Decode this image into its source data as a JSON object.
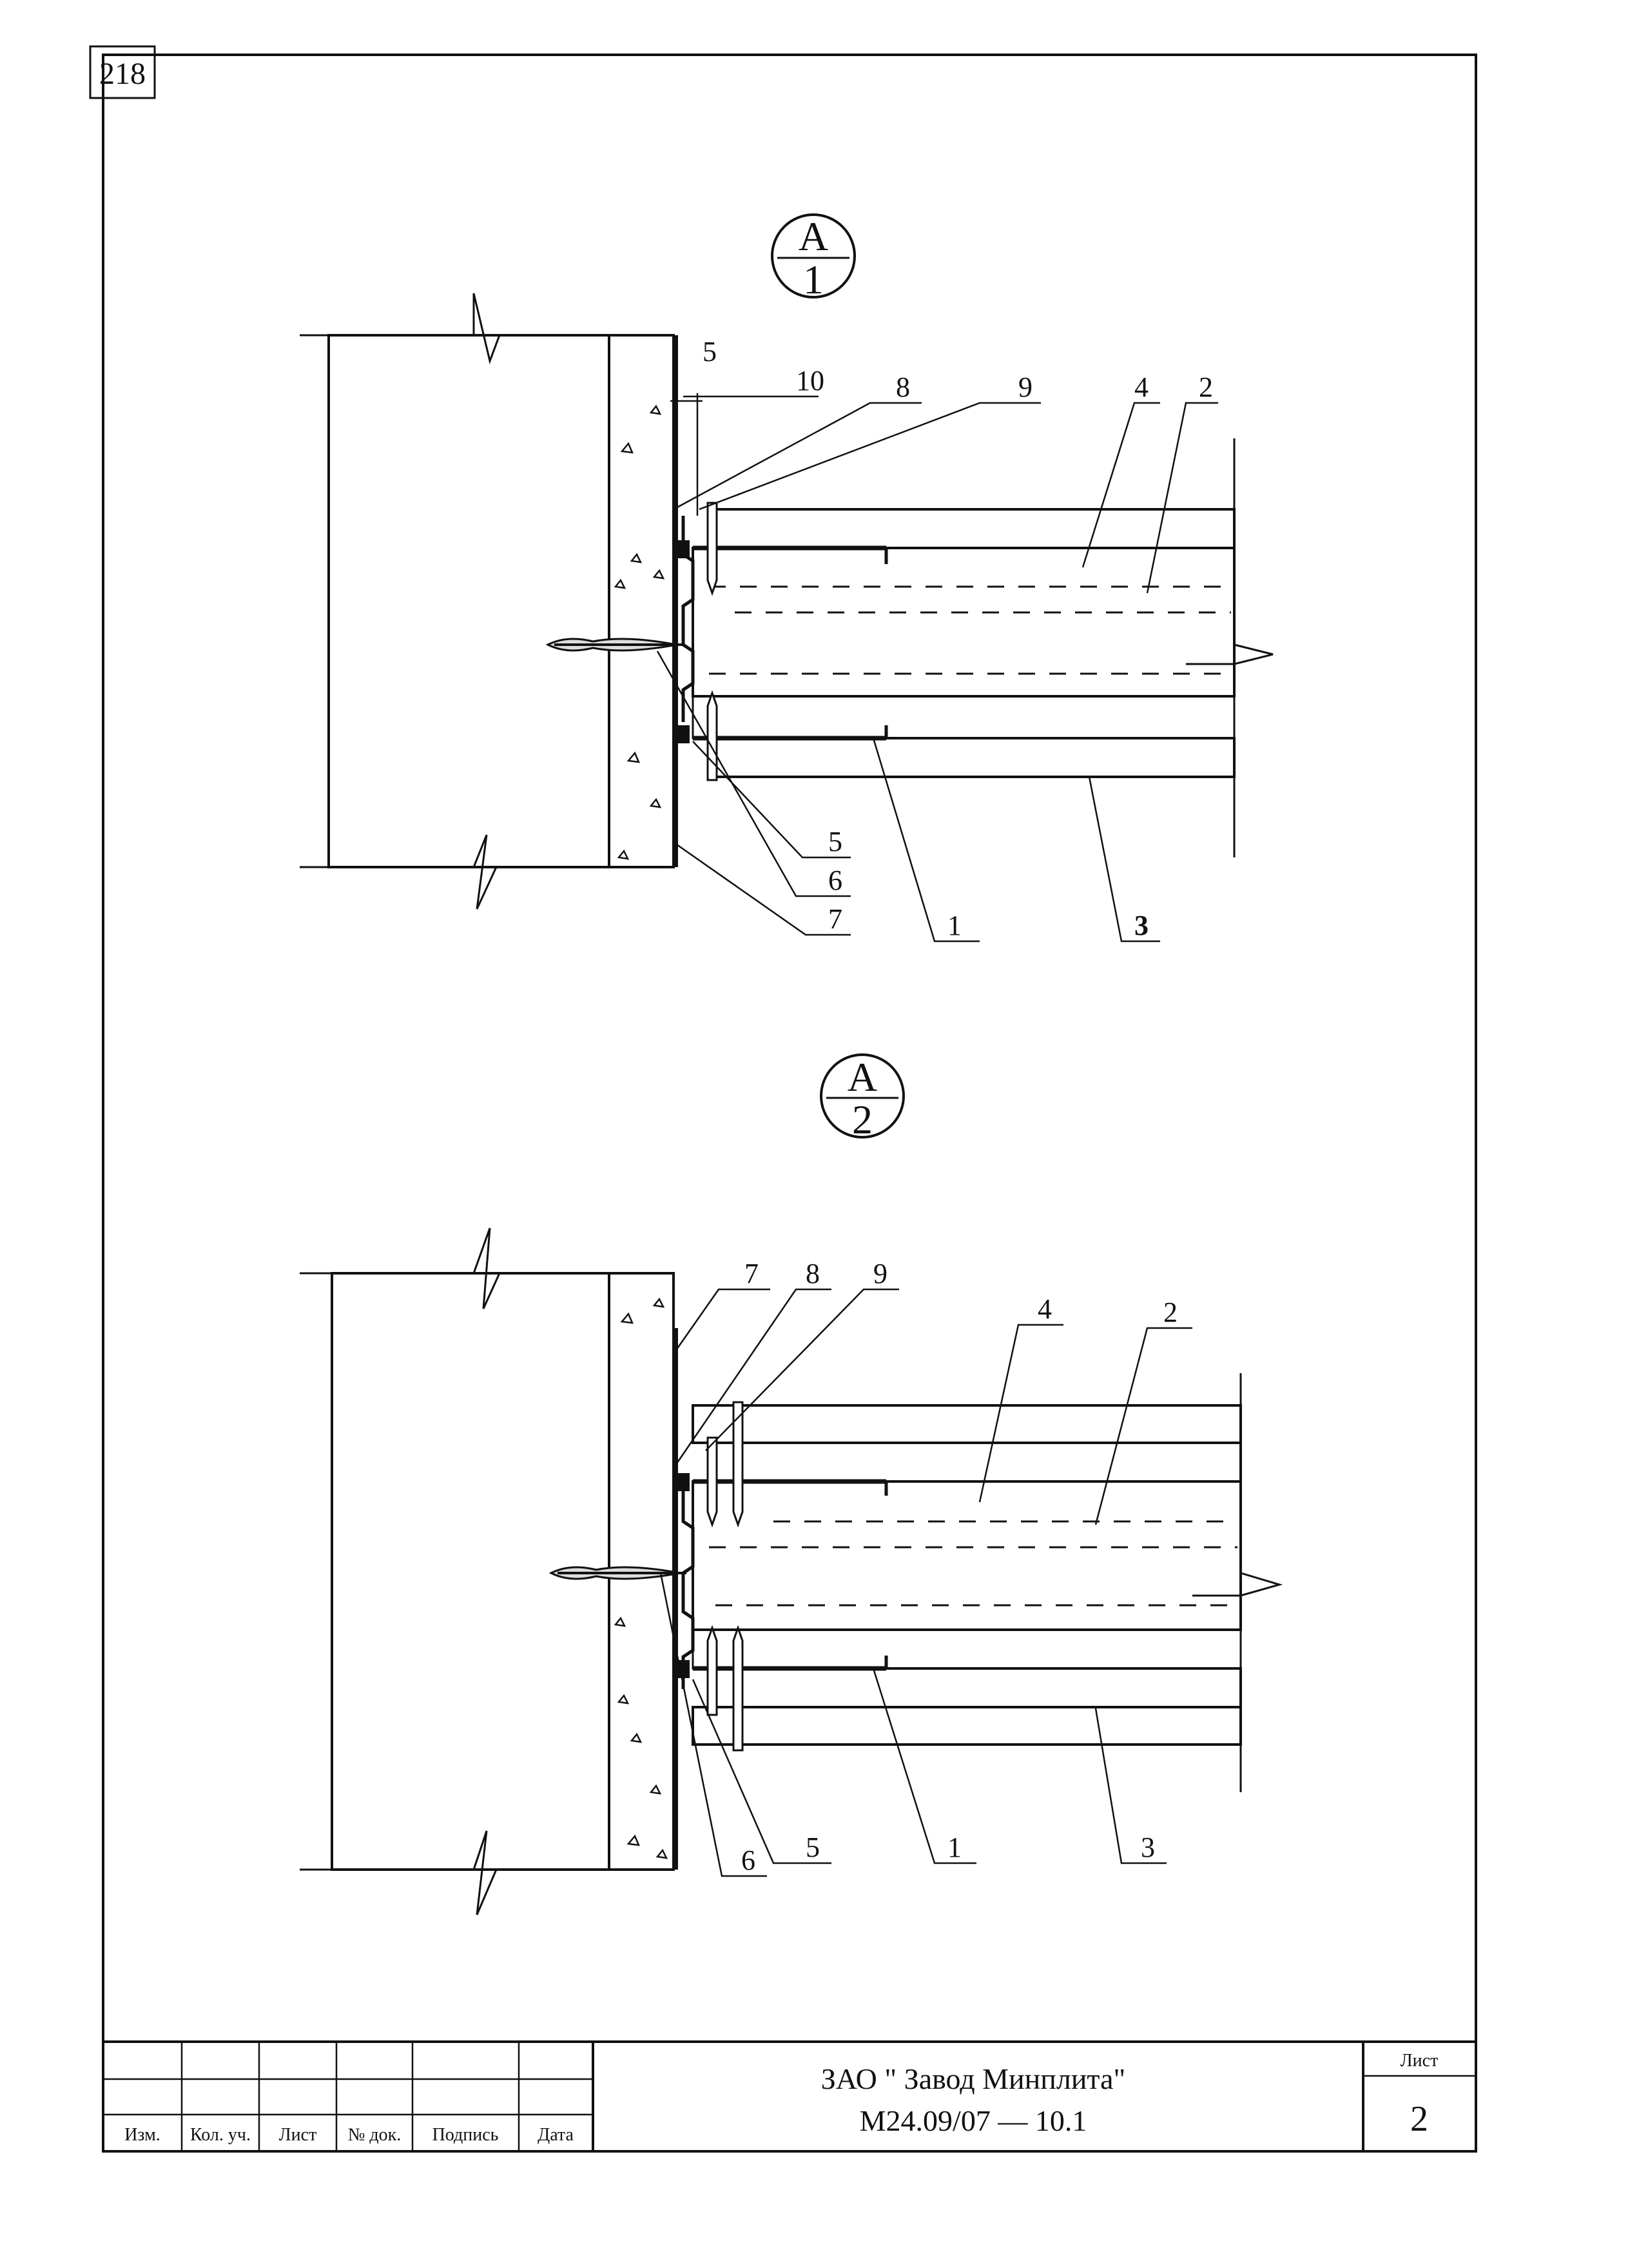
{
  "page_number": "218",
  "details": [
    {
      "mark_top": "А",
      "mark_bottom": "1",
      "callouts": {
        "c10": "10",
        "c5a": "5",
        "c8": "8",
        "c9": "9",
        "c4": "4",
        "c2": "2",
        "c5b": "5",
        "c6": "6",
        "c7": "7",
        "c1": "1",
        "c3": "3"
      }
    },
    {
      "mark_top": "А",
      "mark_bottom": "2",
      "callouts": {
        "c7": "7",
        "c8": "8",
        "c9": "9",
        "c4": "4",
        "c2": "2",
        "c6": "6",
        "c5": "5",
        "c1": "1",
        "c3": "3"
      }
    }
  ],
  "title_block": {
    "columns": [
      "Изм.",
      "Кол. уч.",
      "Лист",
      "№ док.",
      "Подпись",
      "Дата"
    ],
    "organization": "ЗАО \" Завод Минплита\"",
    "document_code": "М24.09/07 — 10.1",
    "sheet_label": "Лист",
    "sheet_number": "2"
  }
}
